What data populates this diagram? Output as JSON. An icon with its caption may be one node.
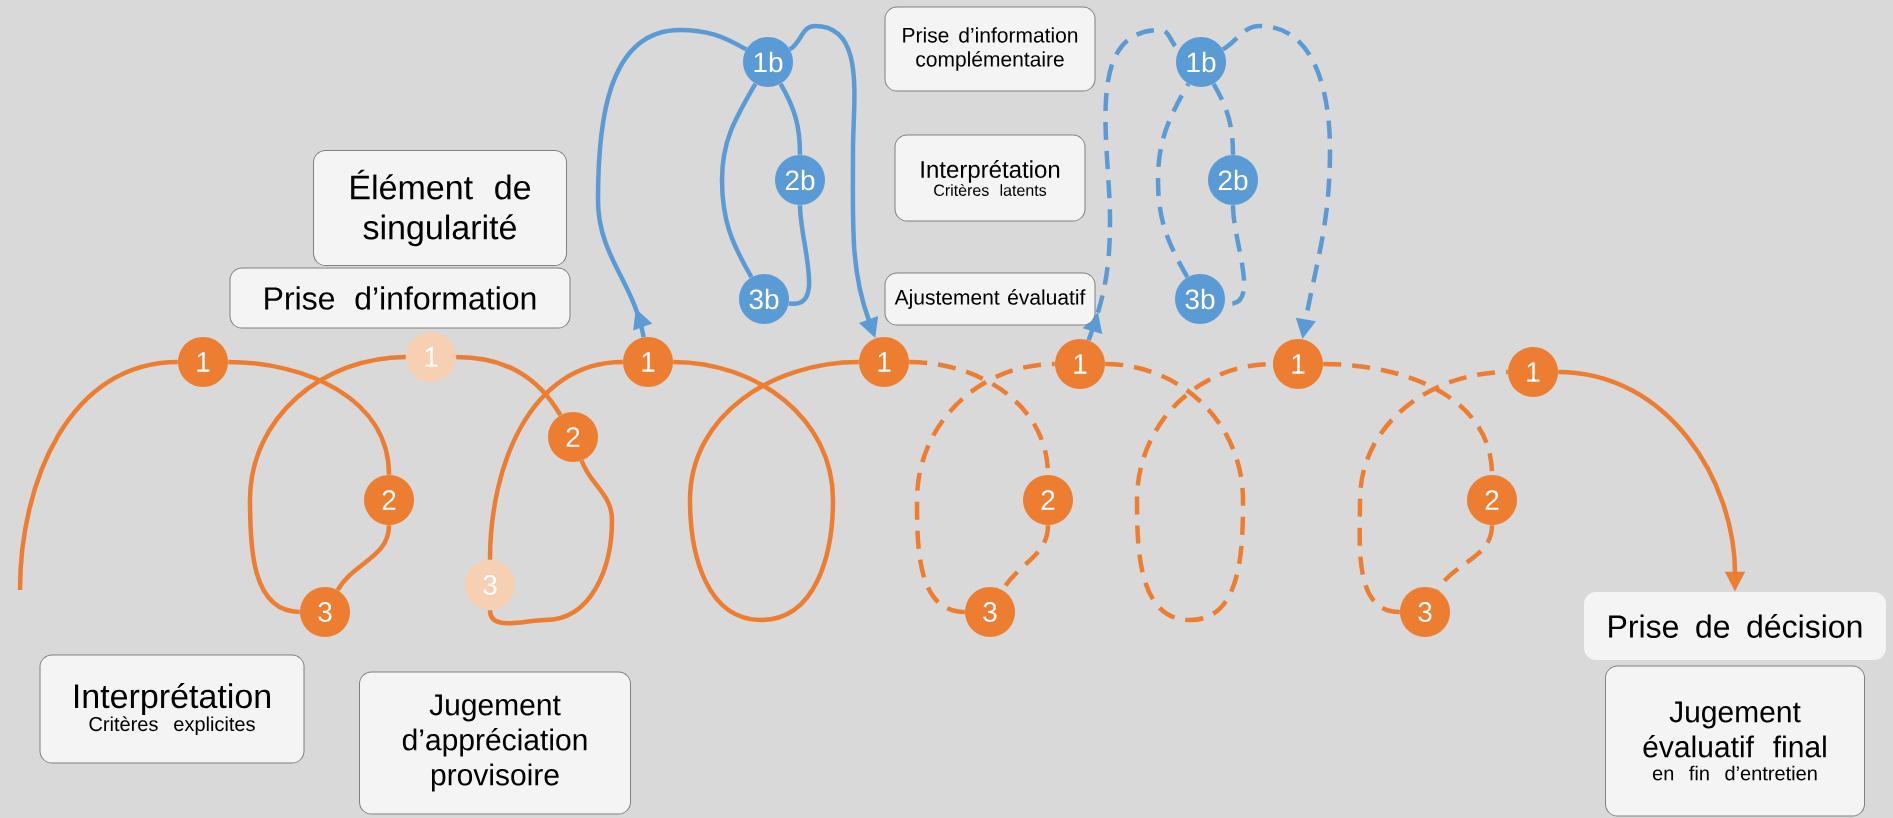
{
  "diagram": {
    "nodes": [
      {
        "text": [
          "Élément de singularité"
        ]
      },
      {
        "text": [
          "Prise d’information complémentaire"
        ]
      },
      {
        "text": [
          "Interprétation",
          "Critères latents"
        ]
      },
      {
        "text": [
          "Ajustement évaluatif"
        ]
      },
      {
        "text": [
          "Prise d’information"
        ]
      },
      {
        "text": [
          "Interprétation",
          "Critères explicites"
        ]
      },
      {
        "text": [
          "Jugement d’appréciation provisoire"
        ]
      },
      {
        "text": [
          "Prise de décision"
        ]
      },
      {
        "text": [
          "Jugement évaluatif final",
          "en fin d’entretien"
        ]
      },
      {
        "text": [
          "1"
        ]
      },
      {
        "text": [
          "3"
        ]
      },
      {
        "text": [
          "2"
        ]
      },
      {
        "text": [
          "1"
        ]
      },
      {
        "text": [
          "3"
        ]
      },
      {
        "text": [
          "2"
        ]
      },
      {
        "text": [
          "1"
        ]
      },
      {
        "text": [
          "1b"
        ]
      },
      {
        "text": [
          "3b"
        ]
      },
      {
        "text": [
          "2b"
        ]
      },
      {
        "text": [
          "1"
        ]
      },
      {
        "text": [
          "3"
        ]
      },
      {
        "text": [
          "2"
        ]
      },
      {
        "text": [
          "1"
        ]
      },
      {
        "text": [
          "1b"
        ]
      },
      {
        "text": [
          "3b"
        ]
      },
      {
        "text": [
          "2b"
        ]
      },
      {
        "text": [
          "1"
        ]
      },
      {
        "text": [
          "3"
        ]
      },
      {
        "text": [
          "2"
        ]
      },
      {
        "text": [
          "1"
        ]
      }
    ],
    "edges": [
      {
        "from": null,
        "to": 9,
        "arrow": "none"
      },
      {
        "from": 9,
        "to": 11,
        "arrow": "none"
      },
      {
        "from": 11,
        "to": 10,
        "arrow": "none"
      },
      {
        "from": 10,
        "to": 12,
        "arrow": "none"
      },
      {
        "from": 12,
        "to": 14,
        "arrow": "none"
      },
      {
        "from": 14,
        "to": 13,
        "arrow": "none"
      },
      {
        "from": 13,
        "to": 15,
        "arrow": "none"
      },
      {
        "from": 15,
        "to": 19,
        "arrow": "none"
      },
      {
        "from": 19,
        "to": 21,
        "arrow": "none",
        "style": "dashed"
      },
      {
        "from": 21,
        "to": 20,
        "arrow": "none",
        "style": "dashed"
      },
      {
        "from": 20,
        "to": 22,
        "arrow": "none",
        "style": "dashed"
      },
      {
        "from": 22,
        "to": 26,
        "arrow": "none",
        "style": "dashed"
      },
      {
        "from": 26,
        "to": 28,
        "arrow": "none",
        "style": "dashed"
      },
      {
        "from": 28,
        "to": 27,
        "arrow": "none",
        "style": "dashed"
      },
      {
        "from": 27,
        "to": 29,
        "arrow": "none",
        "style": "dashed"
      },
      {
        "from": 29,
        "to": 7,
        "arrow": "to"
      },
      {
        "from": 15,
        "to": 16,
        "arrow": "to",
        "color": "#5b9bd5"
      },
      {
        "from": 16,
        "to": 18,
        "arrow": "none",
        "color": "#5b9bd5"
      },
      {
        "from": 18,
        "to": 17,
        "arrow": "none",
        "color": "#5b9bd5"
      },
      {
        "from": 17,
        "to": 16,
        "arrow": "none",
        "color": "#5b9bd5"
      },
      {
        "from": 16,
        "to": 19,
        "arrow": "to",
        "color": "#5b9bd5"
      },
      {
        "from": 22,
        "to": 23,
        "arrow": "to",
        "color": "#5b9bd5",
        "style": "dashed"
      },
      {
        "from": 23,
        "to": 25,
        "arrow": "none",
        "color": "#5b9bd5",
        "style": "dashed"
      },
      {
        "from": 25,
        "to": 24,
        "arrow": "none",
        "color": "#5b9bd5",
        "style": "dashed"
      },
      {
        "from": 24,
        "to": 23,
        "arrow": "none",
        "color": "#5b9bd5",
        "style": "dashed"
      },
      {
        "from": 23,
        "to": 26,
        "arrow": "to",
        "color": "#5b9bd5",
        "style": "dashed"
      }
    ]
  }
}
